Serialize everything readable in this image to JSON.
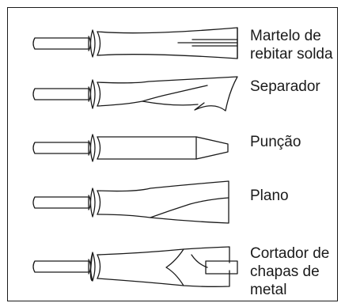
{
  "tools": [
    {
      "id": "martelo",
      "lines": [
        "Martelo de",
        "rebitar solda"
      ]
    },
    {
      "id": "separador",
      "lines": [
        "Separador"
      ]
    },
    {
      "id": "puncao",
      "lines": [
        "Punção"
      ]
    },
    {
      "id": "plano",
      "lines": [
        "Plano"
      ]
    },
    {
      "id": "cortador",
      "lines": [
        "Cortador de",
        "chapas de",
        "metal"
      ]
    }
  ],
  "colors": {
    "line": "#1a1a1a",
    "background": "#ffffff"
  }
}
